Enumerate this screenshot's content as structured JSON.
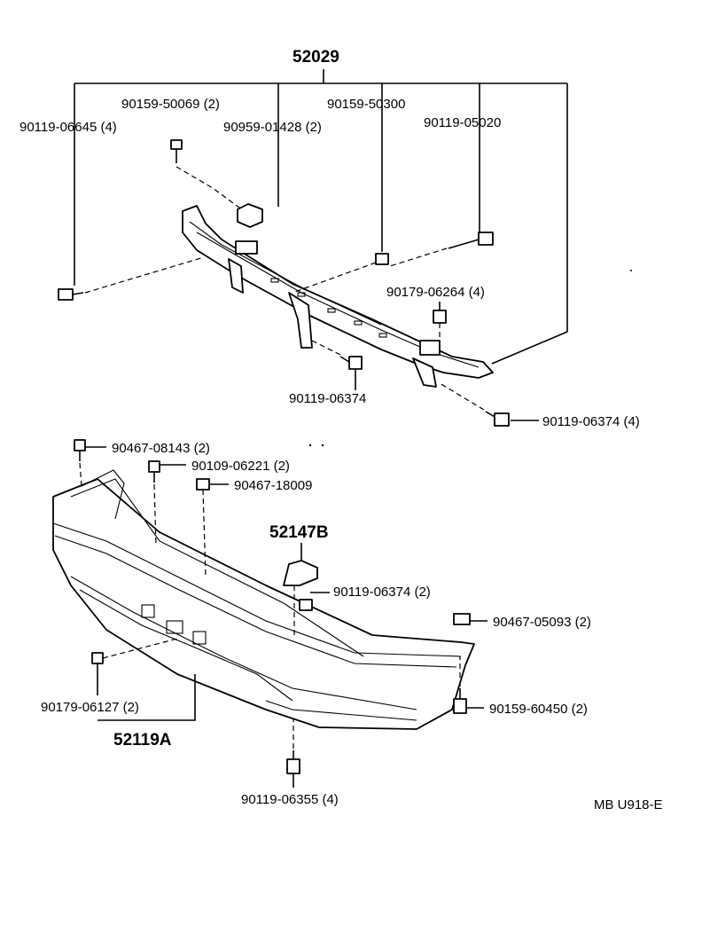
{
  "assemblies": {
    "reinforcement": "52029",
    "bracket": "52147B",
    "cover": "52119A"
  },
  "labels": {
    "bolt_06645": "90119-06645 (4)",
    "bolt_50069": "90159-50069 (2)",
    "nut_01428": "90959-01428 (2)",
    "bolt_50300": "90159-50300",
    "bolt_05020": "90119-05020",
    "nut_06264": "90179-06264 (4)",
    "bolt_06374_center": "90119-06374",
    "bolt_06374_right": "90119-06374 (4)",
    "clip_08143": "90467-08143 (2)",
    "screw_06221": "90109-06221 (2)",
    "clip_18009": "90467-18009",
    "bolt_06374_bracket": "90119-06374 (2)",
    "clip_05093": "90467-05093 (2)",
    "nut_06127": "90179-06127 (2)",
    "bolt_60450": "90159-60450 (2)",
    "bolt_06355": "90119-06355 (4)"
  },
  "footer": {
    "code": "MB U918-E"
  }
}
